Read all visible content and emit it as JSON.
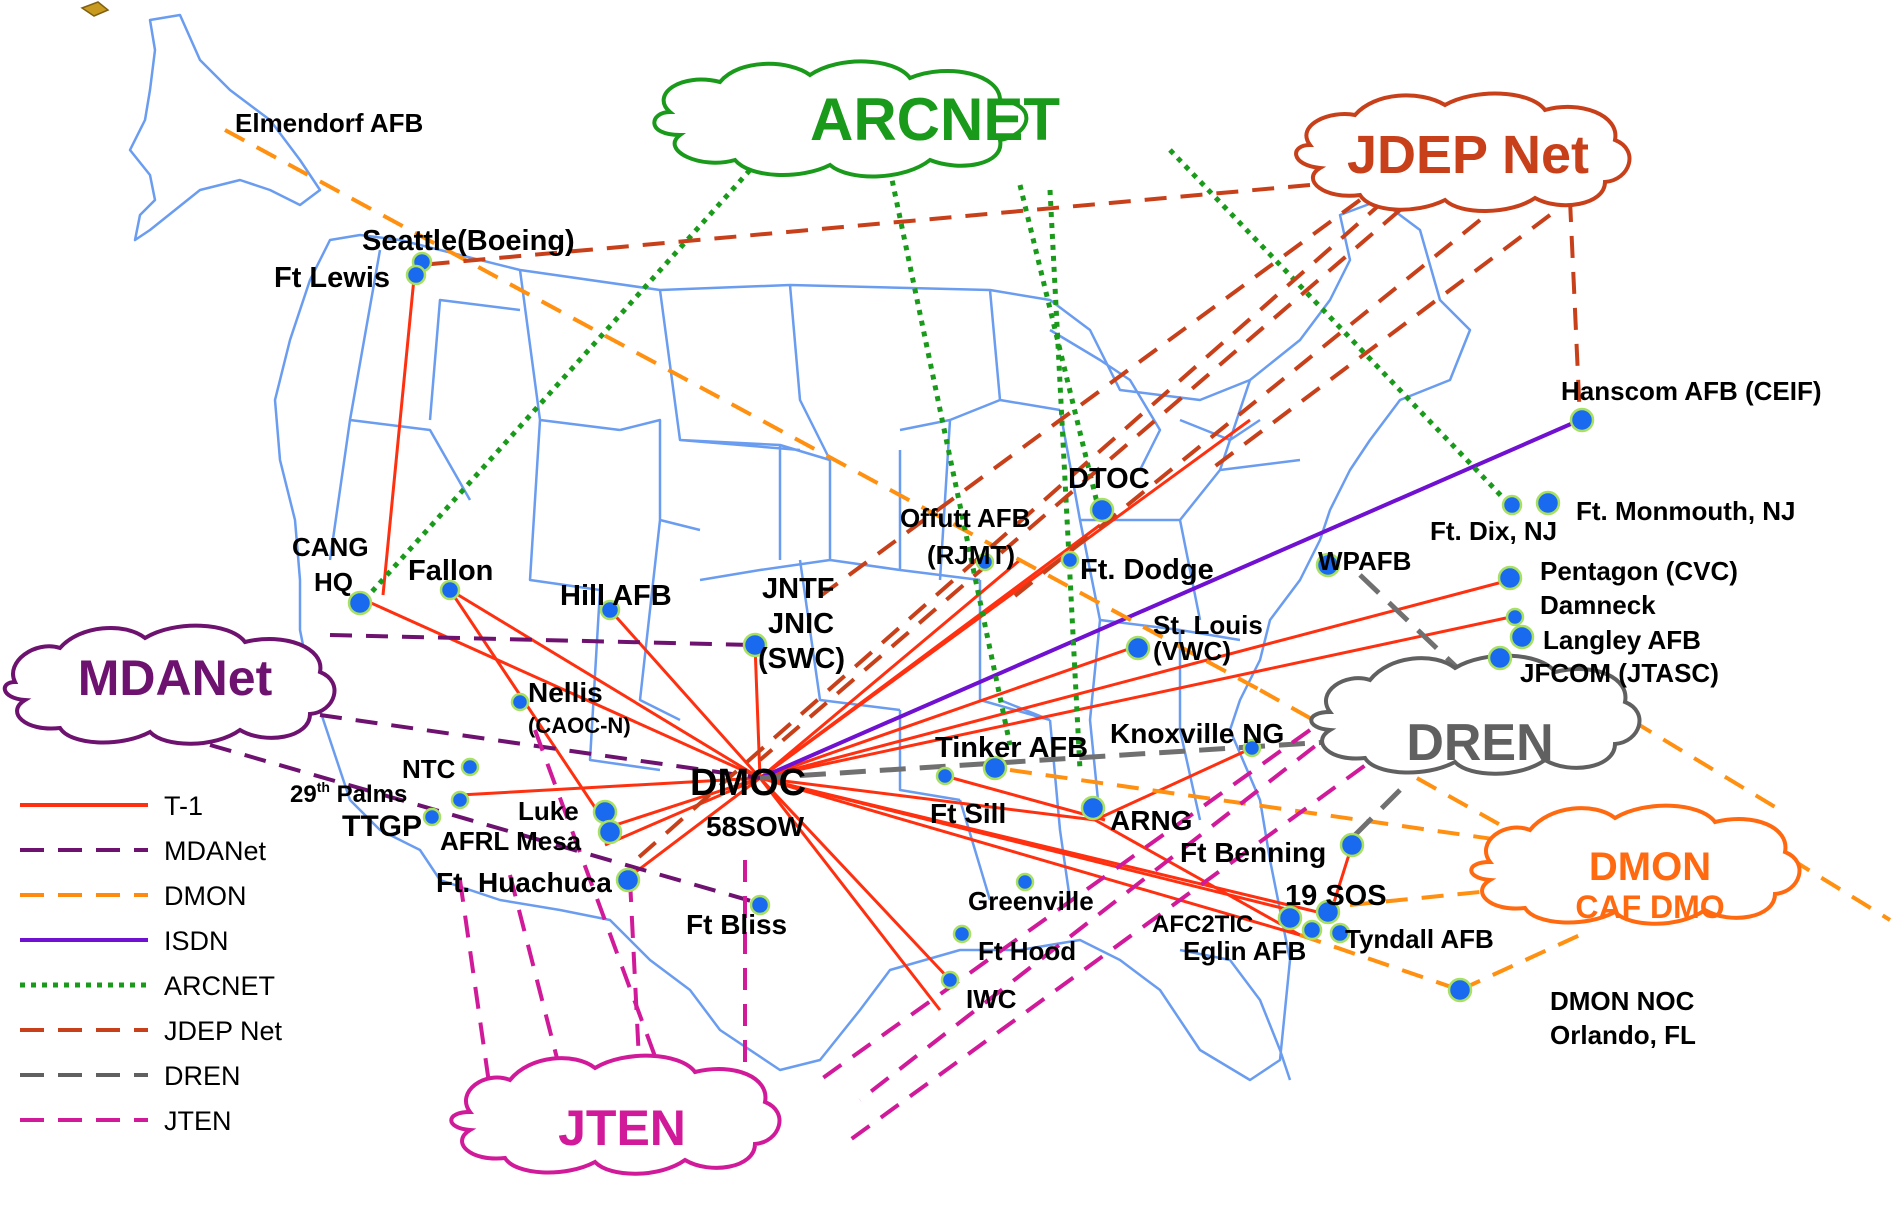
{
  "clouds": {
    "arcnet": {
      "label": "ARCNET",
      "color": "#1a9a1a"
    },
    "jdep": {
      "label": "JDEP Net",
      "color": "#c8401a"
    },
    "mdanet": {
      "label": "MDANet",
      "color": "#6e1270"
    },
    "dren": {
      "label": "DREN",
      "color": "#606060"
    },
    "dmon": {
      "label": "DMON",
      "sublabel": "CAF DMO",
      "color": "#ff6a10"
    },
    "jten": {
      "label": "JTEN",
      "color": "#d01a9a"
    }
  },
  "sites": {
    "elmendorf": "Elmendorf AFB",
    "seattle": "Seattle(Boeing)",
    "ftlewis": "Ft Lewis",
    "hanscom": "Hanscom AFB (CEIF)",
    "dtoc": "DTOC",
    "offutt1": "Offutt AFB",
    "offutt2": "(RJMT)",
    "ftdodge": "Ft. Dodge",
    "ftdix": "Ft. Dix, NJ",
    "ftmonmouth": "Ft. Monmouth, NJ",
    "wpafb": "WPAFB",
    "pentagon": "Pentagon (CVC)",
    "damneck": "Damneck",
    "langley": "Langley AFB",
    "jfcom": "JFCOM (JTASC)",
    "cang1": "CANG",
    "cang2": "HQ",
    "fallon": "Fallon",
    "hill": "Hill AFB",
    "jntf1": "JNTF",
    "jntf2": "JNIC",
    "jntf3": "(SWC)",
    "stlouis1": "St. Louis",
    "stlouis2": "(VWC)",
    "nellis1": "Nellis",
    "nellis2": "(CAOC-N)",
    "tinker": "Tinker AFB",
    "knoxville": "Knoxville NG",
    "ntc": "NTC",
    "palms": "29",
    "palms_sup": "th",
    "palms2": " Palms",
    "ttgp": "TTGP",
    "luke": "Luke",
    "afrl": "AFRL Mesa",
    "huachuca": "Ft. Huachuca",
    "dmoc": "DMOC",
    "sow": "58SOW",
    "ftsill": "Ft Sill",
    "arng": "ARNG",
    "ftbenning": "Ft Benning",
    "greenville": "Greenville",
    "ftbliss": "Ft Bliss",
    "sos": "19 SOS",
    "afc2tic": "AFC2TIC",
    "tyndall": "Tyndall AFB",
    "eglin": "Eglin AFB",
    "fthood": "Ft Hood",
    "iwc": "IWC",
    "dmonnoc1": "DMON NOC",
    "dmonnoc2": "Orlando, FL"
  },
  "legend": [
    {
      "label": "T-1",
      "color": "#ff3010",
      "style": "solid"
    },
    {
      "label": "MDANet",
      "color": "#6e1270",
      "style": "dashed"
    },
    {
      "label": "DMON",
      "color": "#ff8a10",
      "style": "dashed"
    },
    {
      "label": "ISDN",
      "color": "#7010d0",
      "style": "solid"
    },
    {
      "label": "ARCNET",
      "color": "#1a9a1a",
      "style": "dotted"
    },
    {
      "label": "JDEP Net",
      "color": "#c8401a",
      "style": "dashed"
    },
    {
      "label": "DREN",
      "color": "#606060",
      "style": "dashed"
    },
    {
      "label": "JTEN",
      "color": "#d01a9a",
      "style": "dashed"
    }
  ]
}
